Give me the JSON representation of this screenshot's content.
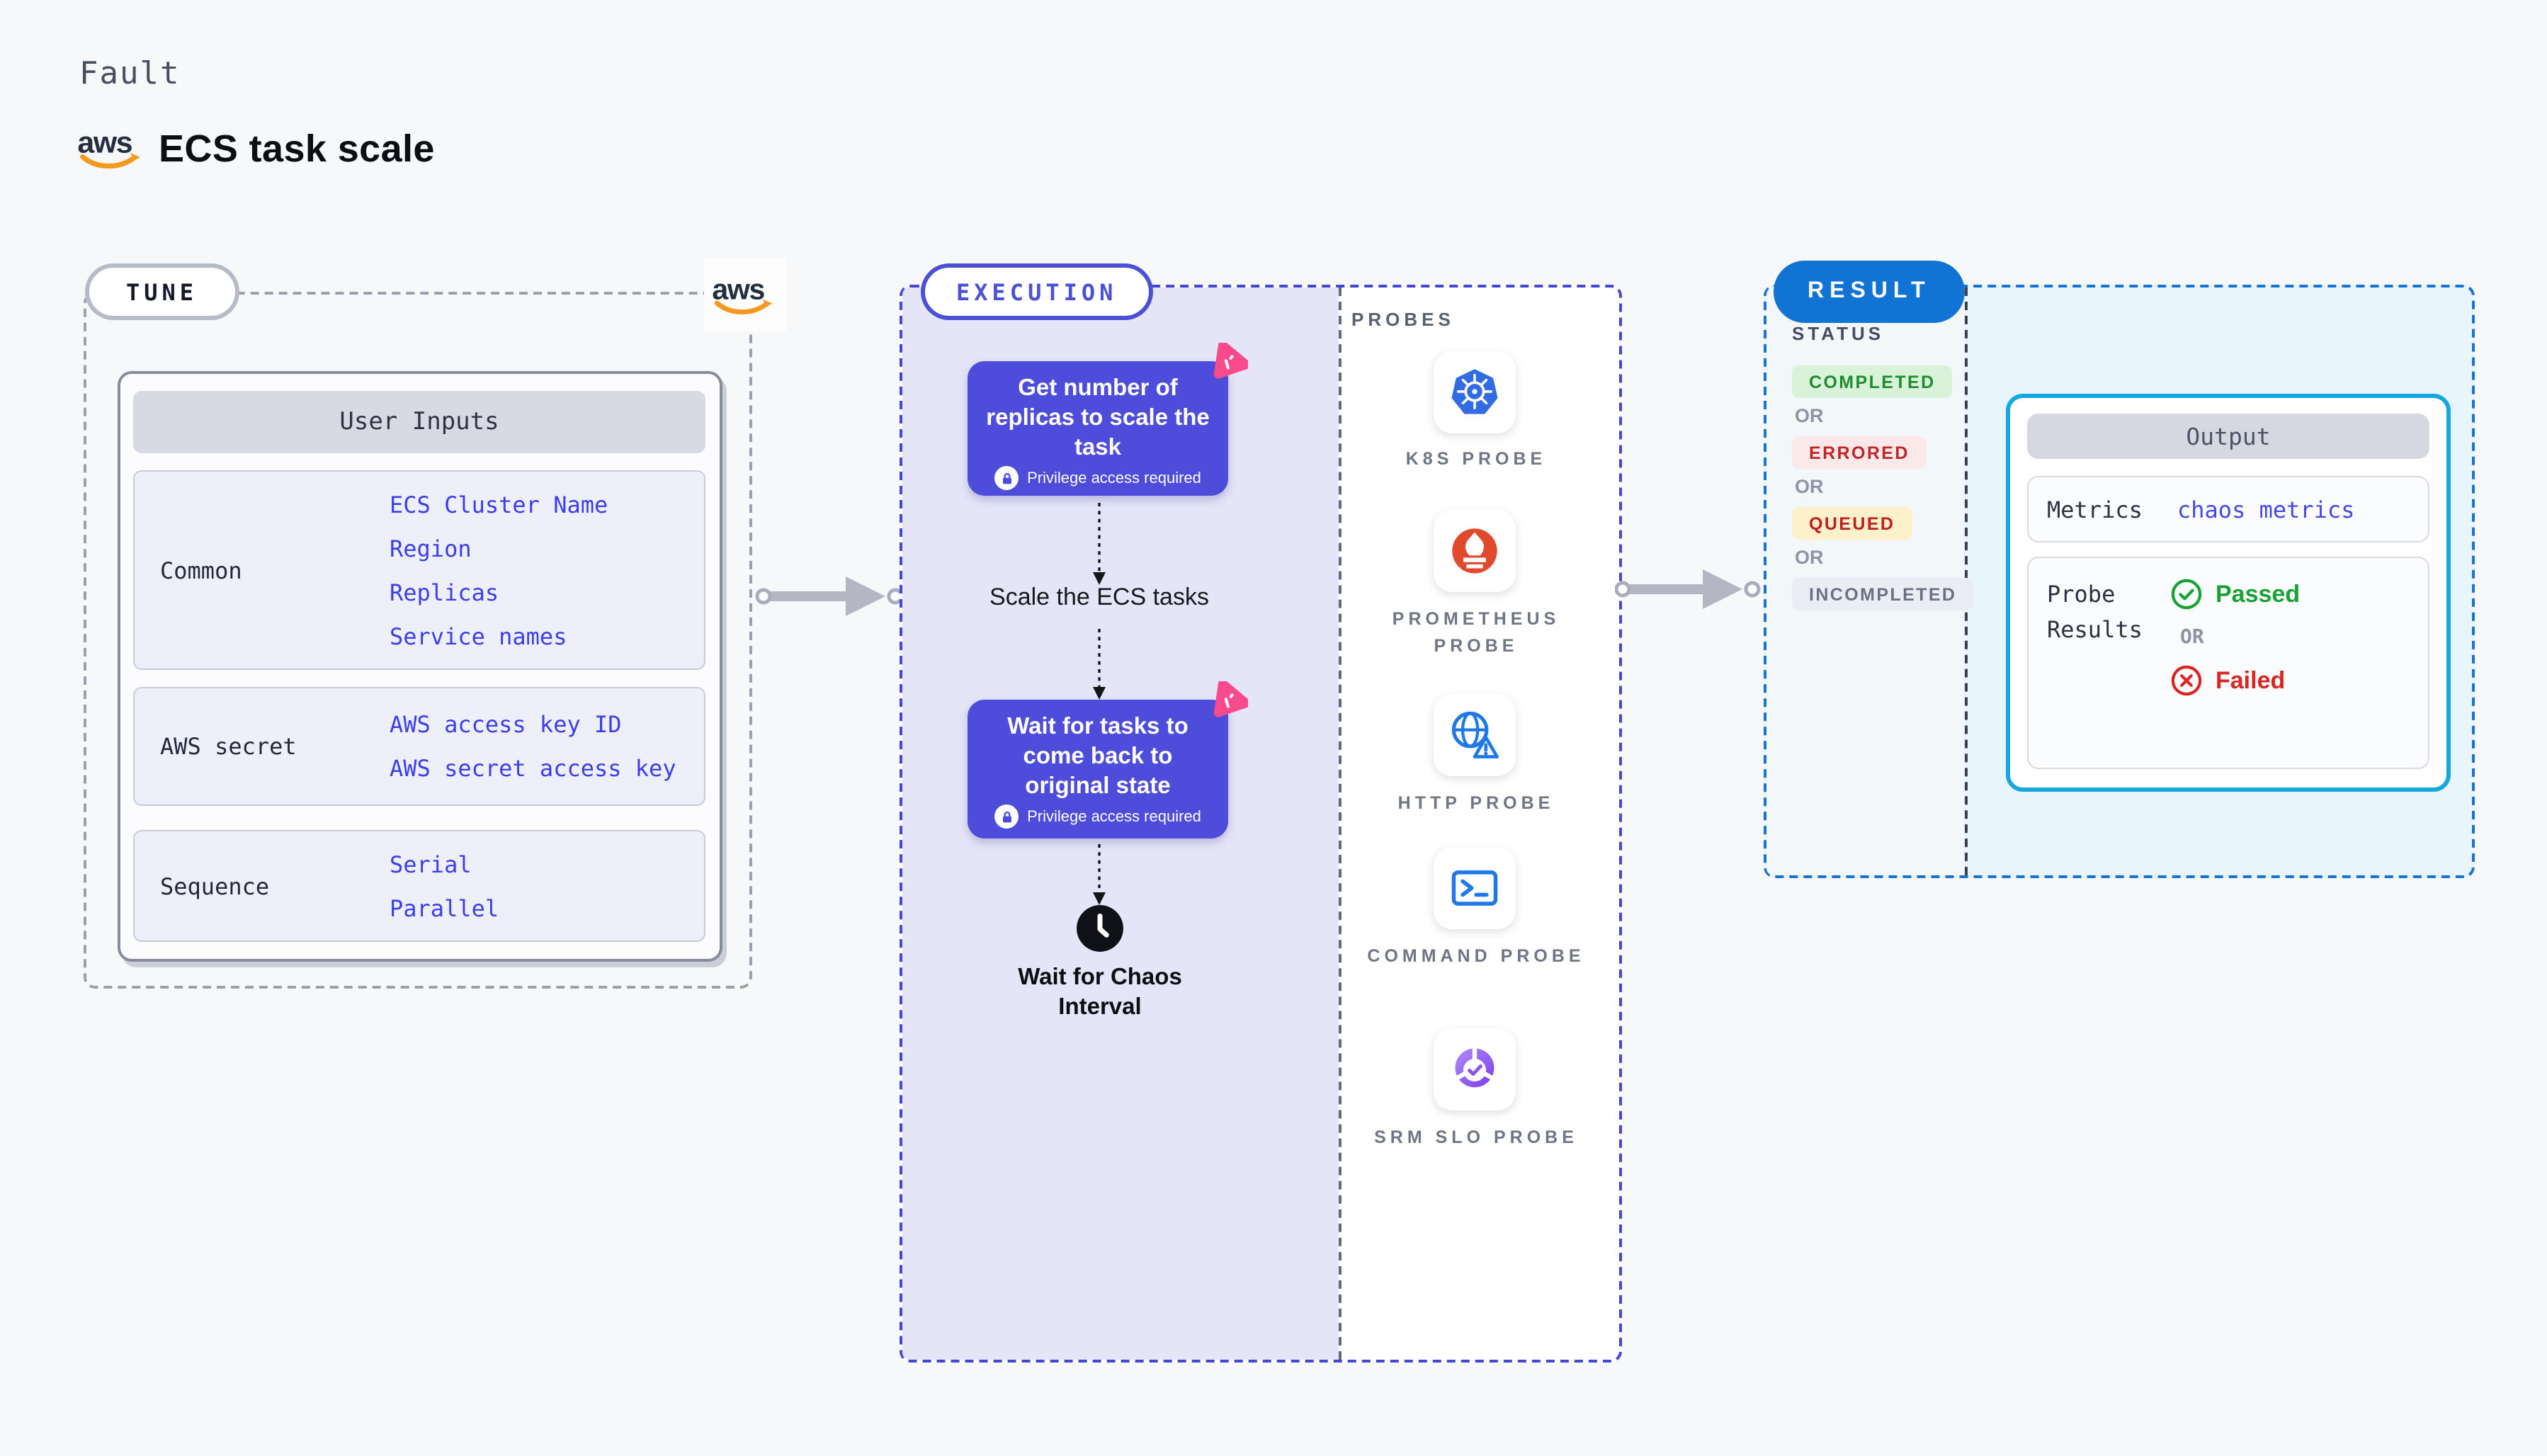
{
  "header": {
    "kicker": "Fault",
    "title": "ECS task scale",
    "brand": "aws"
  },
  "tune": {
    "label": "TUNE",
    "user_inputs": {
      "header": "User Inputs",
      "rows": [
        {
          "label": "Common",
          "values": [
            "ECS Cluster Name",
            "Region",
            "Replicas",
            "Service names"
          ]
        },
        {
          "label": "AWS secret",
          "values": [
            "AWS access key ID",
            "AWS secret access key"
          ]
        },
        {
          "label": "Sequence",
          "values": [
            "Serial",
            "Parallel"
          ]
        }
      ]
    }
  },
  "execution": {
    "label": "EXECUTION",
    "nodes": [
      {
        "title": "Get number of replicas to scale the task",
        "badge": "Privilege access required"
      },
      {
        "title": "Wait for tasks to come back to original state",
        "badge": "Privilege access required"
      }
    ],
    "between_text": "Scale the ECS tasks",
    "wait_text": "Wait for Chaos Interval"
  },
  "probes": {
    "label": "PROBES",
    "items": [
      {
        "name": "K8S PROBE",
        "icon": "kubernetes-icon"
      },
      {
        "name": "PROMETHEUS PROBE",
        "icon": "prometheus-icon"
      },
      {
        "name": "HTTP PROBE",
        "icon": "http-globe-warning-icon"
      },
      {
        "name": "COMMAND PROBE",
        "icon": "terminal-icon"
      },
      {
        "name": "SRM SLO PROBE",
        "icon": "slo-gauge-check-icon"
      }
    ]
  },
  "result": {
    "label": "RESULT",
    "status_label": "STATUS",
    "or_label": "OR",
    "statuses": [
      {
        "text": "COMPLETED",
        "color": "#1e8e2d",
        "bg": "#d9f2da"
      },
      {
        "text": "ERRORED",
        "color": "#c22525",
        "bg": "#fbe9e9"
      },
      {
        "text": "QUEUED",
        "color": "#c01d1d",
        "bg": "#fcf1cb"
      },
      {
        "text": "INCOMPLETED",
        "color": "#6a7183",
        "bg": "#ebedf4"
      }
    ],
    "output": {
      "header": "Output",
      "metrics_label": "Metrics",
      "metrics_value": "chaos metrics",
      "probe_results_label": "Probe Results",
      "passed": "Passed",
      "failed": "Failed",
      "or_label": "OR"
    }
  },
  "icons": {
    "brand": "aws-logo",
    "node_badge": "lock-icon",
    "node_corner": "chaos-fault-icon",
    "wait": "clock-icon",
    "flow": "arrow-right-icon",
    "passed": "check-circle-icon",
    "failed": "x-circle-icon"
  },
  "colors": {
    "page_bg": "#f7f8fa",
    "accent_indigo": "#4e4cdb",
    "execution_fill": "#e5e5f8",
    "chaos_pink": "#fb4a8b",
    "result_blue": "#1173d3",
    "output_cyan": "#16a7de",
    "success_green": "#18a233",
    "error_red": "#da2525",
    "k8s_blue": "#326ce5",
    "prometheus_orange": "#e0492c",
    "aws_orange": "#f7981f",
    "arrow_gray": "#b4b7c3"
  }
}
